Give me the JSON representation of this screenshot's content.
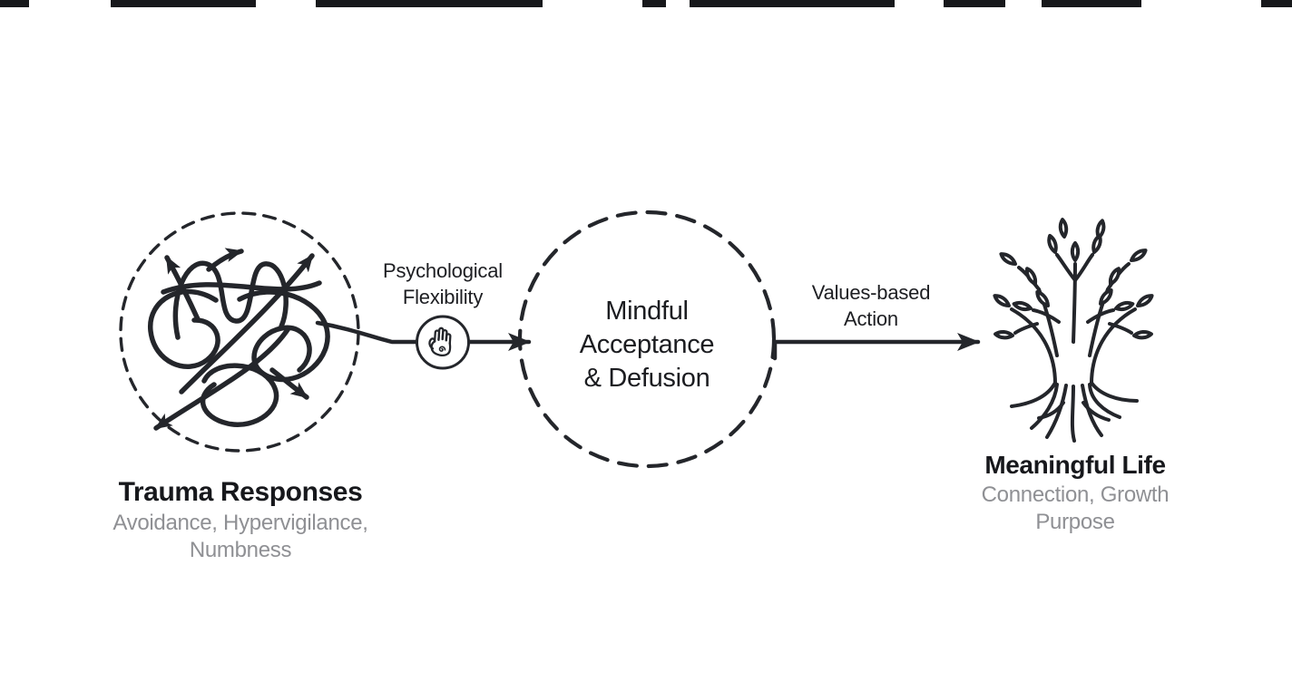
{
  "colors": {
    "background": "#ffffff",
    "ink": "#24262b",
    "muted": "#8f9094"
  },
  "diagram": {
    "trauma": {
      "title": "Trauma Responses",
      "subtitle_line1": "Avoidance, Hypervigilance,",
      "subtitle_line2": "Numbness",
      "icon": "tangled-scribble-with-outward-arrows"
    },
    "transition1": {
      "label_line1": "Psychological",
      "label_line2": "Flexibility",
      "icon": "hand-with-spiral"
    },
    "process": {
      "line1": "Mindful",
      "line2": "Acceptance",
      "line3": "& Defusion",
      "shape": "dashed-circle"
    },
    "transition2": {
      "label_line1": "Values-based",
      "label_line2": "Action"
    },
    "outcome": {
      "title": "Meaningful Life",
      "subtitle_line1": "Connection, Growth",
      "subtitle_line2": "Purpose",
      "icon": "tree-with-roots"
    }
  }
}
